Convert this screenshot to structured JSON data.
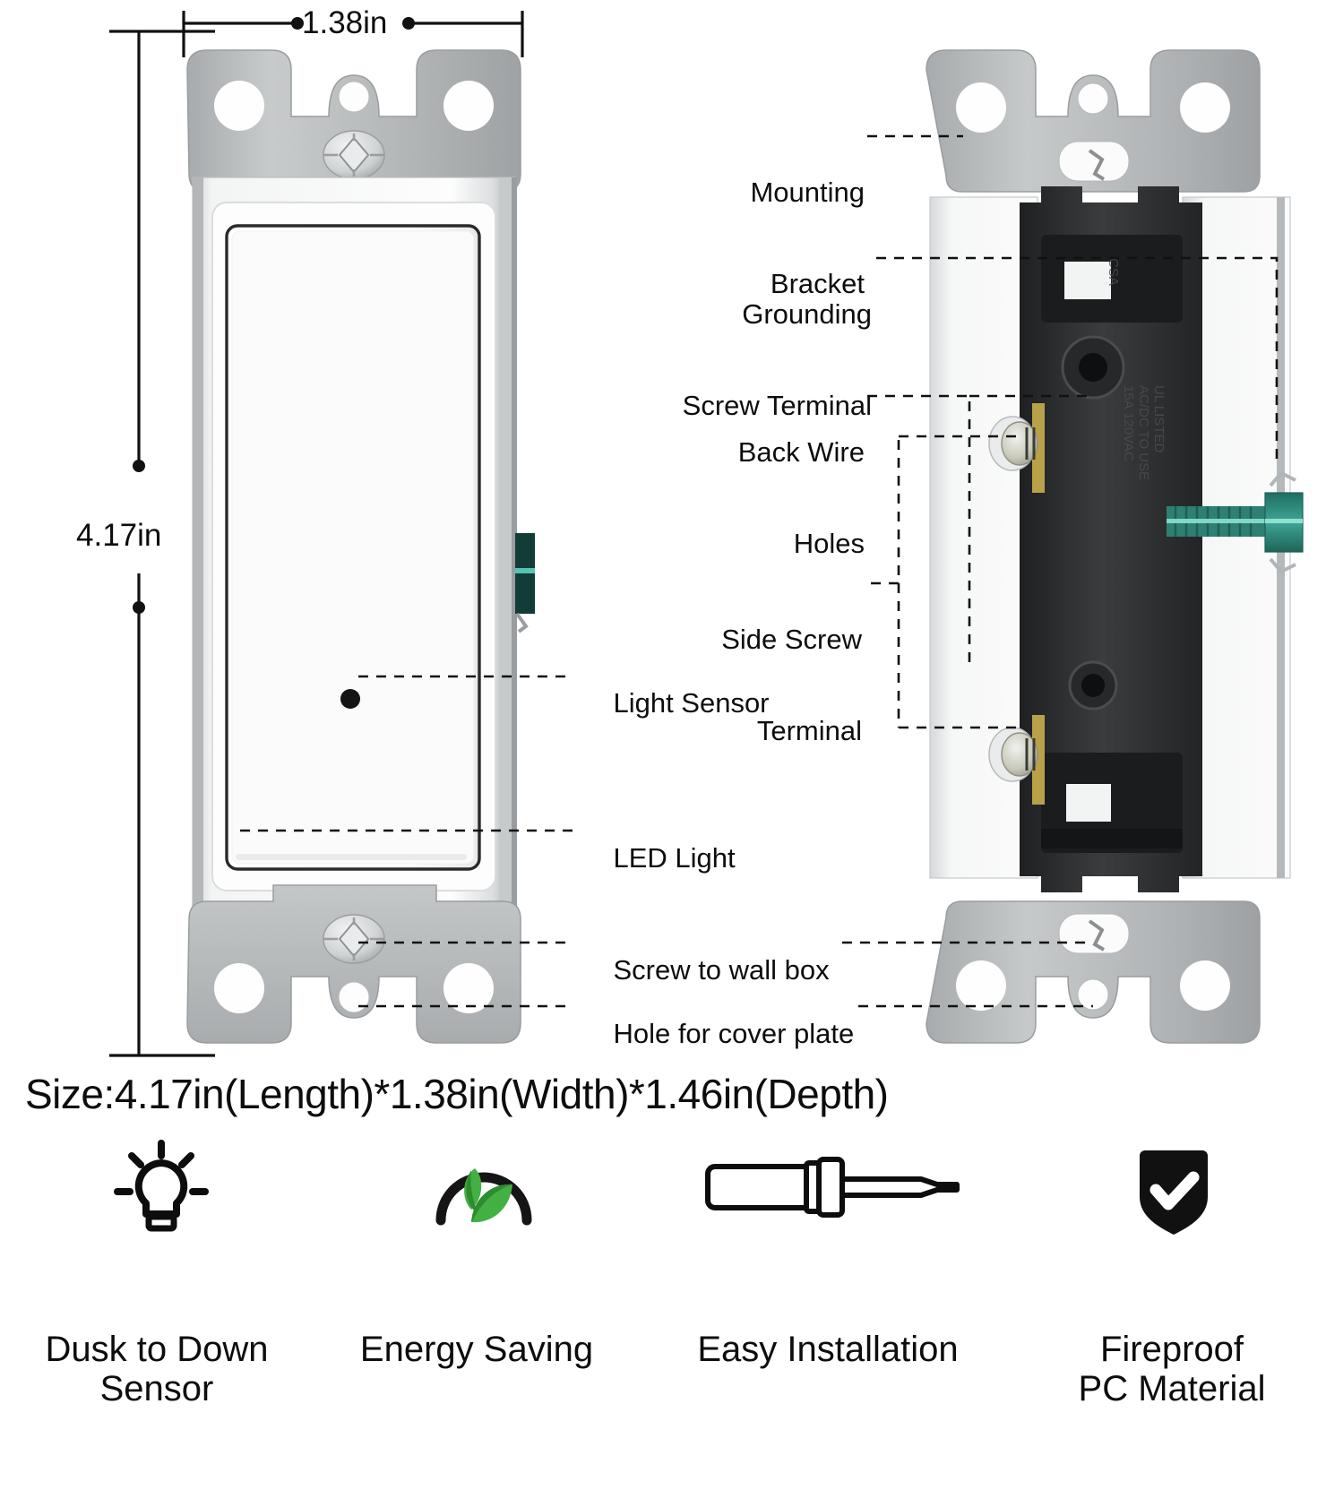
{
  "product": {
    "type": "decorator-rocker-light-switch",
    "views": [
      {
        "name": "front-view",
        "label": "front view of switch"
      },
      {
        "name": "side-view",
        "label": "side view of switch"
      }
    ]
  },
  "dimensions": {
    "width_label": "1.38in",
    "length_label": "4.17in",
    "size_summary": "Size:4.17in(Length)*1.38in(Width)*1.46in(Depth)"
  },
  "callouts": [
    {
      "id": "mounting-bracket",
      "lines": [
        "Mounting",
        "Bracket"
      ]
    },
    {
      "id": "grounding-screw-terminal",
      "lines": [
        "Grounding",
        "Screw Terminal"
      ]
    },
    {
      "id": "back-wire-holes",
      "lines": [
        "Back Wire",
        "Holes"
      ]
    },
    {
      "id": "side-screw-terminal",
      "lines": [
        "Side Screw",
        "Terminal"
      ]
    },
    {
      "id": "light-sensor",
      "lines": [
        "Light Sensor"
      ]
    },
    {
      "id": "led-light",
      "lines": [
        "LED Light"
      ]
    },
    {
      "id": "screw-to-wall-box",
      "lines": [
        "Screw to wall box"
      ]
    },
    {
      "id": "hole-for-cover-plate",
      "lines": [
        "Hole for cover plate"
      ]
    }
  ],
  "features": [
    {
      "icon": "lightbulb-rays-icon",
      "label": "Dusk to Down\nSensor"
    },
    {
      "icon": "leaf-gauge-icon",
      "label": "Energy Saving"
    },
    {
      "icon": "screwdriver-icon",
      "label": "Easy Installation"
    },
    {
      "icon": "shield-check-icon",
      "label": "Fireproof\nPC Material"
    }
  ],
  "colors": {
    "leaf_green": "#3fae3f",
    "leaf_green_dark": "#2e8b2e",
    "ground_screw_green": "#2f7f73",
    "bracket_gray": "#b9bcbd",
    "body_black": "#2e2f31",
    "ink": "#0d0d0d"
  }
}
